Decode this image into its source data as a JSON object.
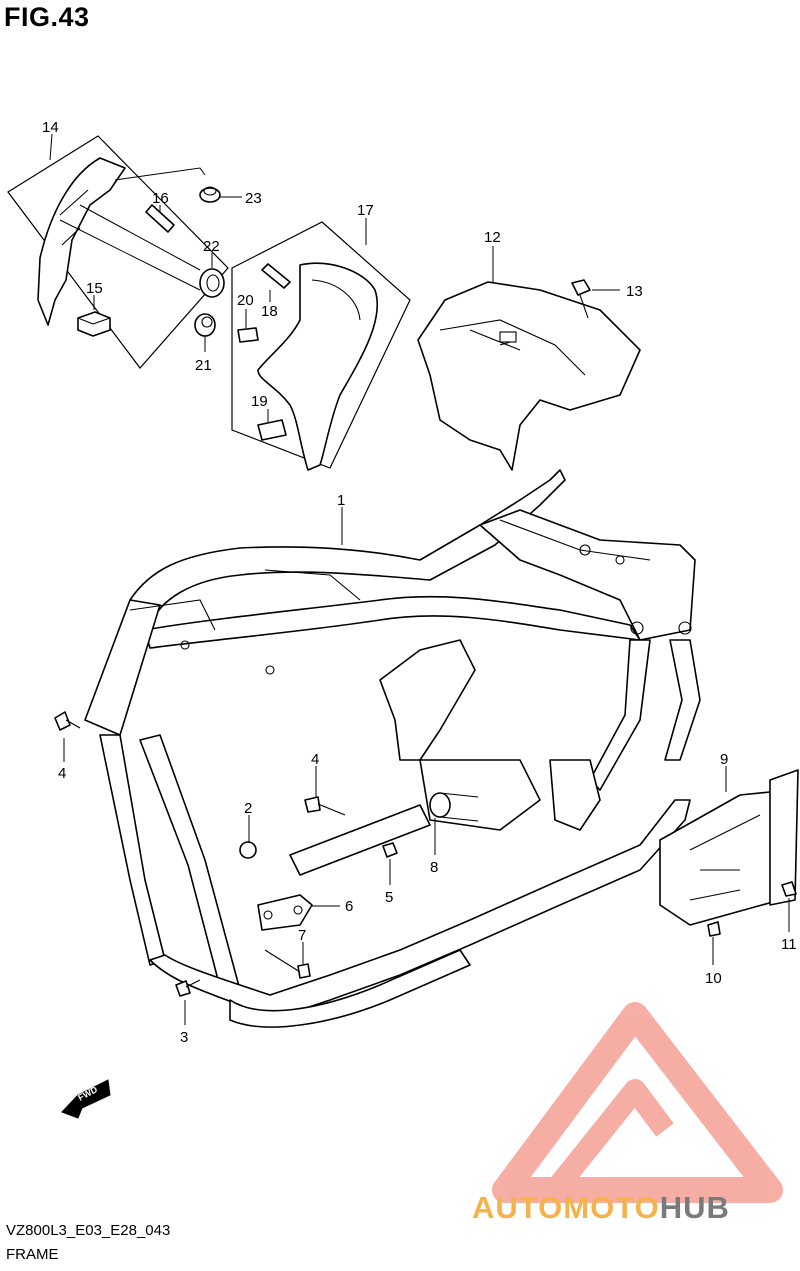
{
  "figure": {
    "title": "FIG.43",
    "model_code": "VZ800L3_E03_E28_043",
    "assembly_name": "FRAME"
  },
  "callouts": [
    "1",
    "2",
    "3",
    "4",
    "4",
    "5",
    "6",
    "7",
    "8",
    "9",
    "10",
    "11",
    "12",
    "13",
    "14",
    "15",
    "16",
    "17",
    "18",
    "19",
    "20",
    "21",
    "22",
    "23"
  ],
  "direction_label": "FWD",
  "watermark": {
    "brand_part1": "AUTOMOTO",
    "brand_part2": "HUB",
    "color_primary": "#f08070",
    "color_accent": "#f6b24a",
    "color_dark": "#7a7a7a"
  }
}
